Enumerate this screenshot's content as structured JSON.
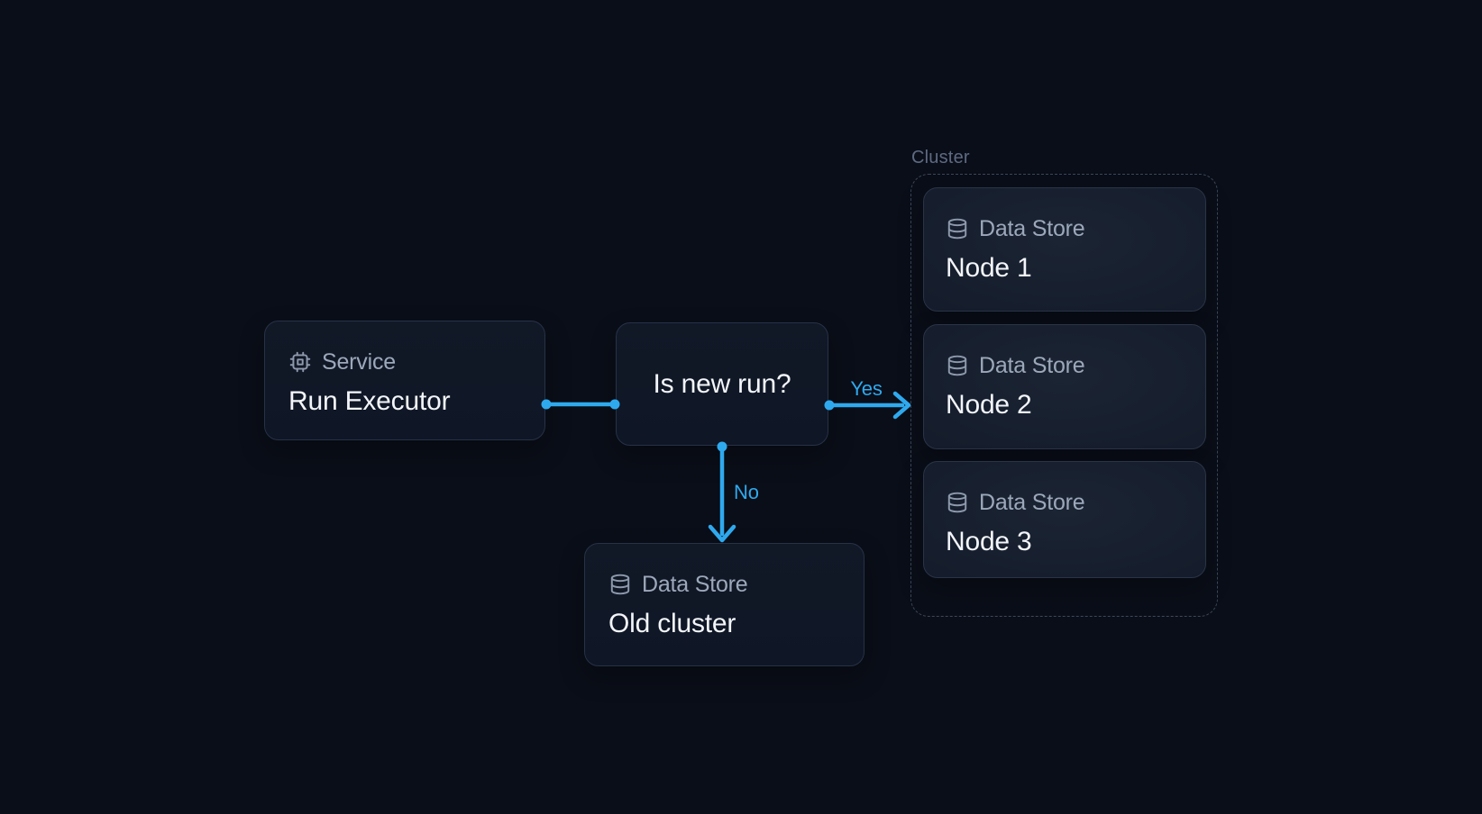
{
  "diagram": {
    "kind": "flowchart"
  },
  "colors": {
    "background": "#0A0E18",
    "accent": "#2FA9EE",
    "card_bg": "#101826",
    "card_border": "#273247",
    "cluster_border": "#3C4759",
    "type_label": "#9CA8BA",
    "title": "#F2F5FA",
    "cluster_label": "#5D6A82",
    "icon": "#8D99AC"
  },
  "cards": {
    "run_executor": {
      "type_label": "Service",
      "title": "Run Executor",
      "icon": "cpu-icon"
    },
    "decision": {
      "title": "Is new run?"
    },
    "old_cluster": {
      "type_label": "Data Store",
      "title": "Old cluster",
      "icon": "database-icon"
    },
    "node_1": {
      "type_label": "Data Store",
      "title": "Node 1",
      "icon": "database-icon"
    },
    "node_2": {
      "type_label": "Data Store",
      "title": "Node 2",
      "icon": "database-icon"
    },
    "node_3": {
      "type_label": "Data Store",
      "title": "Node 3",
      "icon": "database-icon"
    }
  },
  "cluster": {
    "label": "Cluster"
  },
  "edges": {
    "yes": {
      "label": "Yes"
    },
    "no": {
      "label": "No"
    }
  }
}
